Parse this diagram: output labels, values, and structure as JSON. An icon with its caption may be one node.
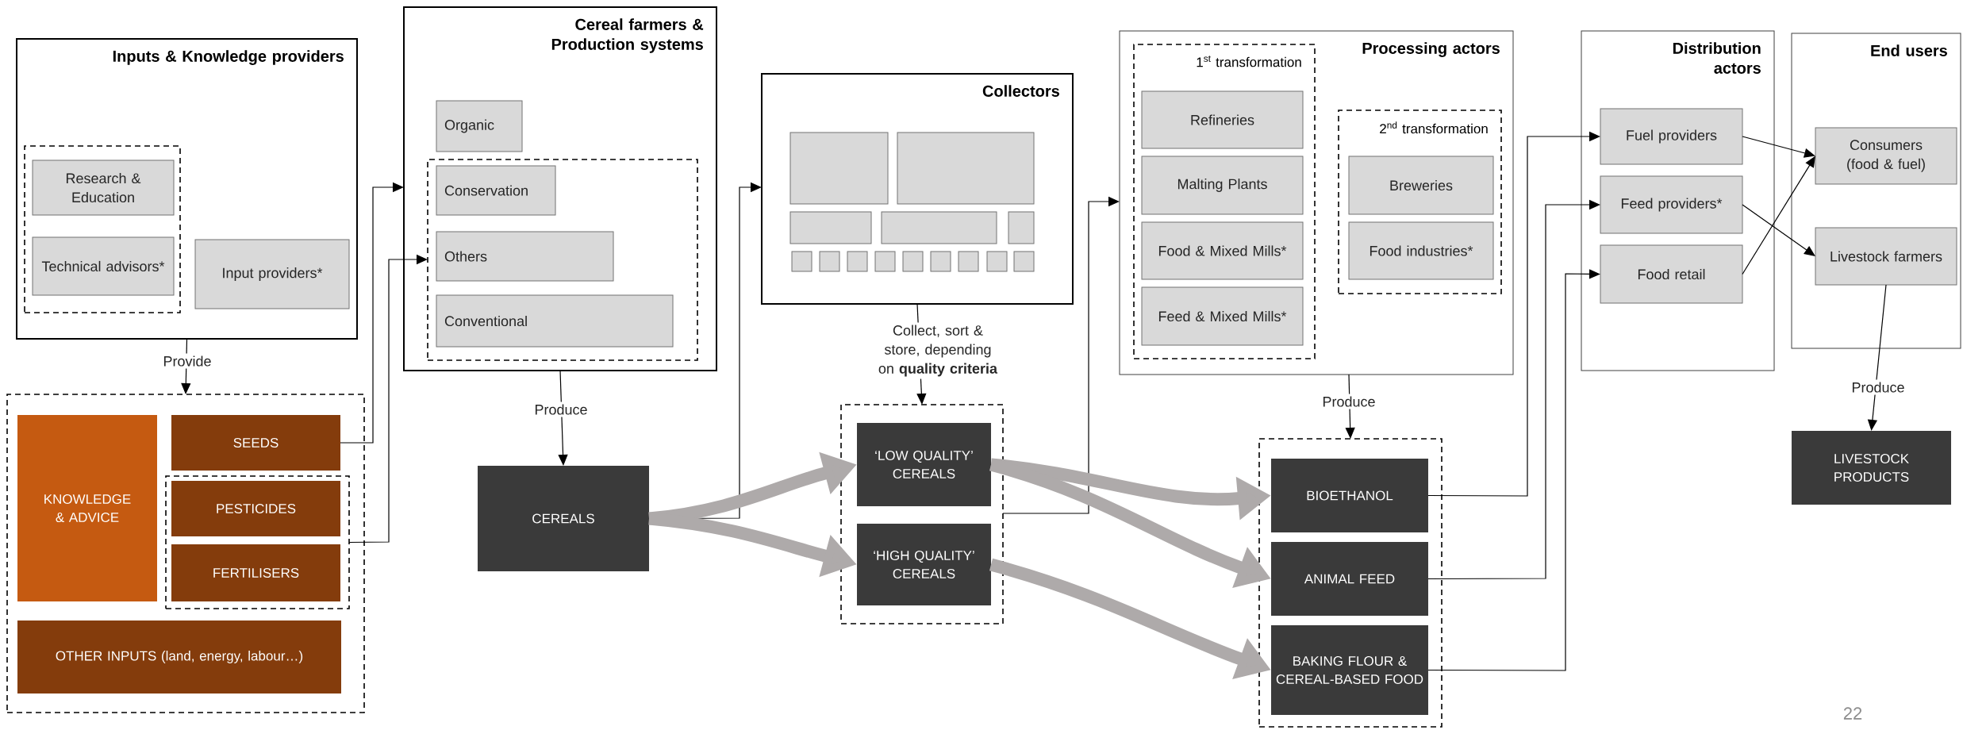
{
  "diagram": {
    "nodes": [
      {
        "text": [
          "Inputs & Knowledge providers"
        ]
      },
      {
        "text": [],
        "shape": "box",
        "in": 0
      },
      {
        "text": [
          "Research & Education"
        ],
        "in": 1
      },
      {
        "text": [
          "Technical advisors*"
        ],
        "in": 1
      },
      {
        "text": [
          "Input providers*"
        ],
        "in": 0
      },
      {
        "text": [],
        "shape": "box"
      },
      {
        "text": [
          "KNOWLEDGE & ADVICE"
        ],
        "in": 5
      },
      {
        "text": [
          "SEEDS"
        ],
        "in": 5
      },
      {
        "text": [],
        "shape": "box",
        "in": 5
      },
      {
        "text": [
          "PESTICIDES"
        ],
        "in": 8
      },
      {
        "text": [
          "FERTILISERS"
        ],
        "in": 8
      },
      {
        "text": [
          "OTHER INPUTS (land, energy, labour…)"
        ],
        "in": 5
      },
      {
        "text": [
          "Cereal farmers & Production systems"
        ]
      },
      {
        "text": [
          "Organic"
        ],
        "in": 12
      },
      {
        "text": [],
        "shape": "box",
        "in": 12
      },
      {
        "text": [
          "Conservation"
        ],
        "in": 14
      },
      {
        "text": [
          "Others"
        ],
        "in": 14
      },
      {
        "text": [
          "Conventional"
        ],
        "in": 14
      },
      {
        "text": [
          "CEREALS"
        ]
      },
      {
        "text": [
          "Collectors"
        ]
      },
      {
        "text": [],
        "shape": "box",
        "in": 19
      },
      {
        "text": [],
        "shape": "box",
        "in": 19
      },
      {
        "text": [],
        "shape": "box",
        "in": 19
      },
      {
        "text": [],
        "shape": "box",
        "in": 19
      },
      {
        "text": [],
        "shape": "box",
        "in": 19
      },
      {
        "text": [],
        "shape": "box",
        "in": 19
      },
      {
        "text": [],
        "shape": "box",
        "in": 19
      },
      {
        "text": [],
        "shape": "box",
        "in": 19
      },
      {
        "text": [],
        "shape": "box",
        "in": 19
      },
      {
        "text": [],
        "shape": "box",
        "in": 19
      },
      {
        "text": [],
        "shape": "box",
        "in": 19
      },
      {
        "text": [],
        "shape": "box",
        "in": 19
      },
      {
        "text": [],
        "shape": "box",
        "in": 19
      },
      {
        "text": [],
        "shape": "box",
        "in": 19
      },
      {
        "text": [],
        "shape": "box"
      },
      {
        "text": [
          "‘LOW QUALITY’ CEREALS"
        ],
        "in": 34
      },
      {
        "text": [
          "‘HIGH QUALITY’ CEREALS"
        ],
        "in": 34
      },
      {
        "text": [
          "Processing actors"
        ]
      },
      {
        "text": [
          "1$^{st}$ transformation"
        ],
        "in": 37
      },
      {
        "text": [
          "Refineries"
        ],
        "in": 38
      },
      {
        "text": [
          "Malting Plants"
        ],
        "in": 38
      },
      {
        "text": [
          "Food & Mixed Mills*"
        ],
        "in": 38
      },
      {
        "text": [
          "Feed & Mixed Mills*"
        ],
        "in": 38
      },
      {
        "text": [
          "2$^{nd}$ transformation"
        ],
        "in": 37
      },
      {
        "text": [
          "Breweries"
        ],
        "in": 43
      },
      {
        "text": [
          "Food industries*"
        ],
        "in": 43
      },
      {
        "text": [],
        "shape": "box"
      },
      {
        "text": [
          "BIOETHANOL"
        ],
        "in": 46
      },
      {
        "text": [
          "ANIMAL FEED"
        ],
        "in": 46
      },
      {
        "text": [
          "BAKING FLOUR & CEREAL-BASED FOOD"
        ],
        "in": 46
      },
      {
        "text": [
          "Distribution actors"
        ]
      },
      {
        "text": [
          "Fuel providers"
        ],
        "in": 50
      },
      {
        "text": [
          "Feed providers*"
        ],
        "in": 50
      },
      {
        "text": [
          "Food retail"
        ],
        "in": 50
      },
      {
        "text": [
          "End users"
        ]
      },
      {
        "text": [
          "Consumers (food & fuel)"
        ],
        "in": 54
      },
      {
        "text": [
          "Livestock farmers"
        ],
        "in": 54
      },
      {
        "text": [
          "LIVESTOCK PRODUCTS"
        ]
      }
    ],
    "edges": [
      {
        "from": 0,
        "to": 5,
        "arrow": "to",
        "label": "Provide"
      },
      {
        "from": 7,
        "to": 12,
        "arrow": "to"
      },
      {
        "from": 8,
        "to": 14,
        "arrow": "to"
      },
      {
        "from": 12,
        "to": 18,
        "arrow": "to",
        "label": "Produce"
      },
      {
        "from": 18,
        "to": 19,
        "arrow": "to"
      },
      {
        "from": 19,
        "to": 34,
        "arrow": "to",
        "label": "Collect, sort & store, depending on **quality criteria**"
      },
      {
        "from": 18,
        "to": 35,
        "arrow": "to",
        "style": "thick",
        "color": "#aeaaaa"
      },
      {
        "from": 18,
        "to": 36,
        "arrow": "to",
        "style": "thick",
        "color": "#aeaaaa"
      },
      {
        "from": 34,
        "to": 37,
        "arrow": "to"
      },
      {
        "from": 35,
        "to": 47,
        "arrow": "to",
        "style": "thick",
        "color": "#aeaaaa"
      },
      {
        "from": 35,
        "to": 48,
        "arrow": "to",
        "style": "thick",
        "color": "#aeaaaa"
      },
      {
        "from": 36,
        "to": 49,
        "arrow": "to",
        "style": "thick",
        "color": "#aeaaaa"
      },
      {
        "from": 37,
        "to": 46,
        "arrow": "to",
        "label": "Produce"
      },
      {
        "from": 47,
        "to": 51,
        "arrow": "to"
      },
      {
        "from": 48,
        "to": 52,
        "arrow": "to"
      },
      {
        "from": 49,
        "to": 53,
        "arrow": "to"
      },
      {
        "from": 51,
        "to": 55,
        "arrow": "to"
      },
      {
        "from": 52,
        "to": 56,
        "arrow": "to"
      },
      {
        "from": 53,
        "to": 55,
        "arrow": "to"
      },
      {
        "from": 56,
        "to": 57,
        "arrow": "to",
        "label": "Produce"
      }
    ],
    "labels": [
      "22"
    ]
  }
}
